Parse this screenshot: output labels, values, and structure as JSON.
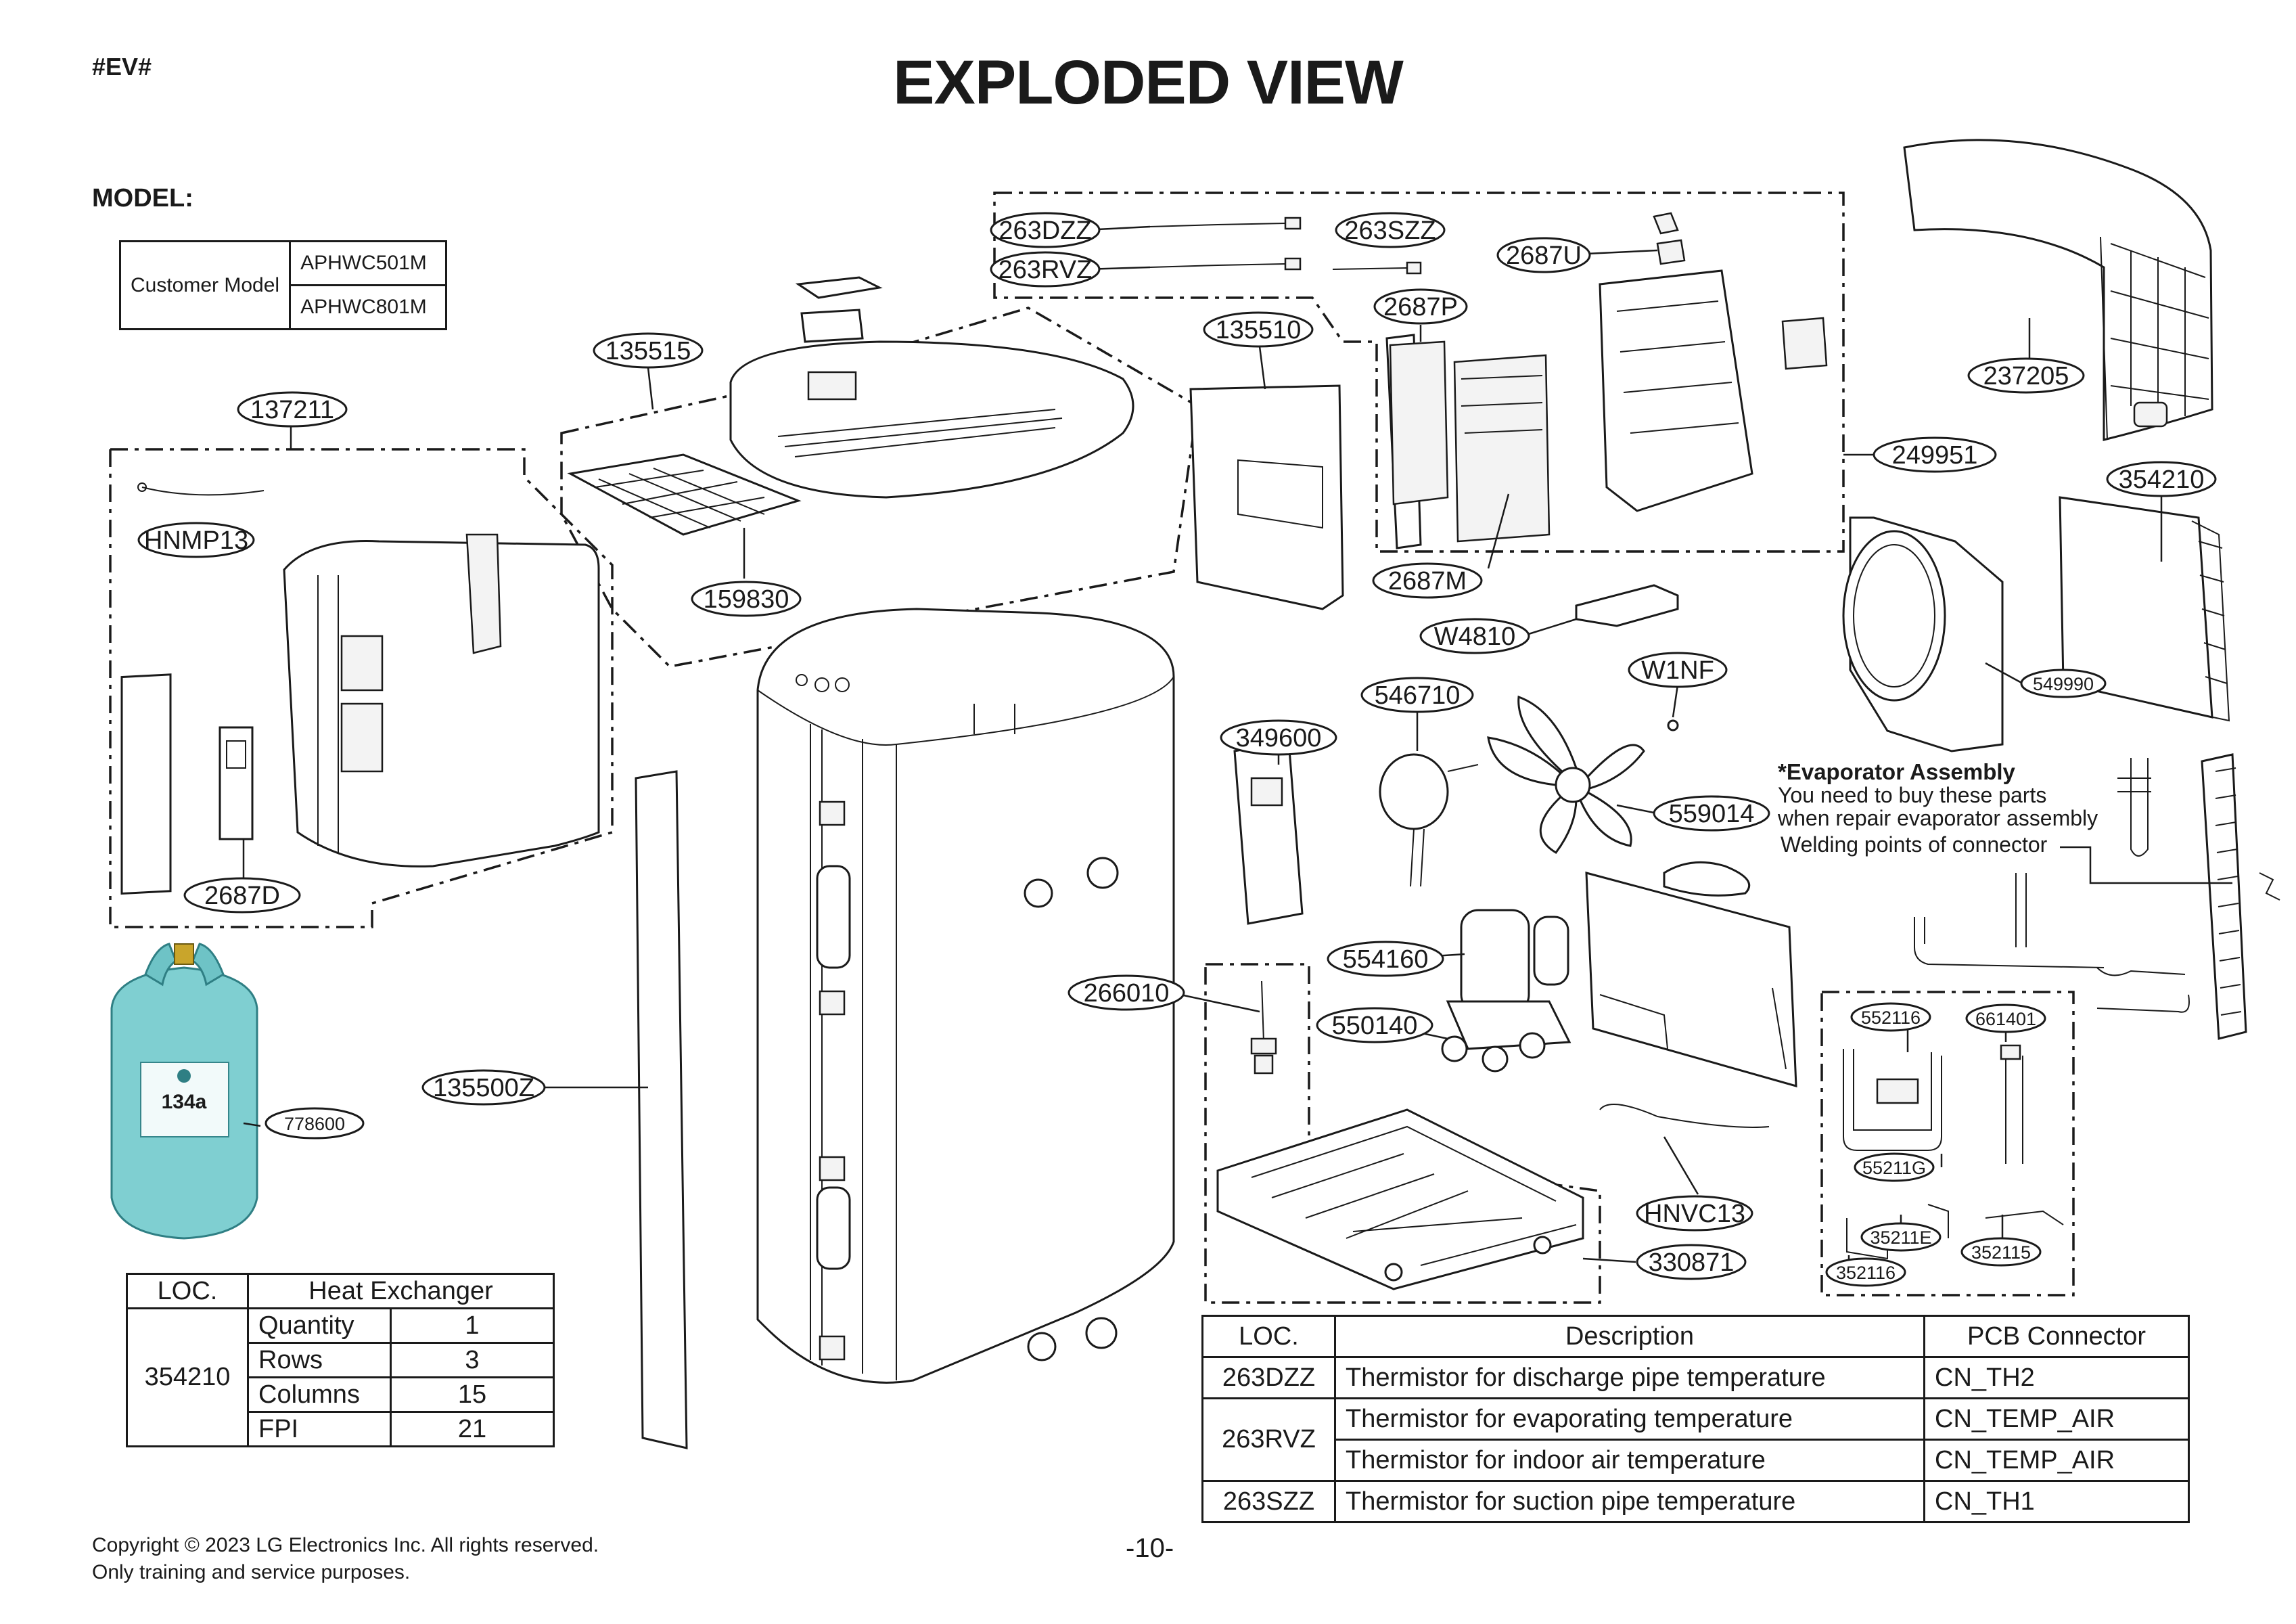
{
  "doc_tag": "#EV#",
  "title": "EXPLODED VIEW",
  "model_label": "MODEL:",
  "model_table": {
    "header": "Customer Model",
    "models": [
      "APHWC501M",
      "APHWC801M"
    ]
  },
  "callouts": {
    "c263DZZ": "263DZZ",
    "c263RVZ": "263RVZ",
    "c263SZZ": "263SZZ",
    "c2687U": "2687U",
    "c2687P": "2687P",
    "c135510": "135510",
    "c135515": "135515",
    "c137211": "137211",
    "cHNMP13": "HNMP13",
    "c159830": "159830",
    "c2687D": "2687D",
    "c237205": "237205",
    "c249951": "249951",
    "c354210": "354210",
    "c2687M": "2687M",
    "cW4810": "W4810",
    "cW1NF": "W1NF",
    "c546710": "546710",
    "c349600": "349600",
    "c549990": "549990",
    "c559014": "559014",
    "c554160": "554160",
    "c266010": "266010",
    "c550140": "550140",
    "c135500Z": "135500Z",
    "c778600": "778600",
    "cHNVC13": "HNVC13",
    "c330871": "330871",
    "c552116": "552116",
    "c661401": "661401",
    "c55211G": "55211G",
    "c35211E": "35211E",
    "c352116": "352116",
    "c352115": "352115"
  },
  "evaporator_note": {
    "heading": "*Evaporator Assembly",
    "line1": "You need to buy these parts",
    "line2": "when repair evaporator assembly",
    "weld": "Welding points of connector"
  },
  "refrigerant_label": "134a",
  "hx_table": {
    "headers": [
      "LOC.",
      "Heat Exchanger"
    ],
    "loc": "354210",
    "rows": [
      {
        "k": "Quantity",
        "v": "1"
      },
      {
        "k": "Rows",
        "v": "3"
      },
      {
        "k": "Columns",
        "v": "15"
      },
      {
        "k": "FPI",
        "v": "21"
      }
    ]
  },
  "thermistor_table": {
    "headers": [
      "LOC.",
      "Description",
      "PCB Connector"
    ],
    "rows": [
      {
        "loc": "263DZZ",
        "desc": "Thermistor for discharge pipe temperature",
        "pcb": "CN_TH2"
      },
      {
        "loc": "263RVZ",
        "desc": "Thermistor for evaporating temperature",
        "pcb": "CN_TEMP_AIR"
      },
      {
        "loc": "",
        "desc": "Thermistor for indoor air temperature",
        "pcb": "CN_TEMP_AIR"
      },
      {
        "loc": "263SZZ",
        "desc": "Thermistor for suction pipe temperature",
        "pcb": "CN_TH1"
      }
    ]
  },
  "copyright_line1": "Copyright © 2023 LG Electronics Inc. All rights reserved.",
  "copyright_line2": "Only training and service purposes.",
  "page_number": "-10-"
}
